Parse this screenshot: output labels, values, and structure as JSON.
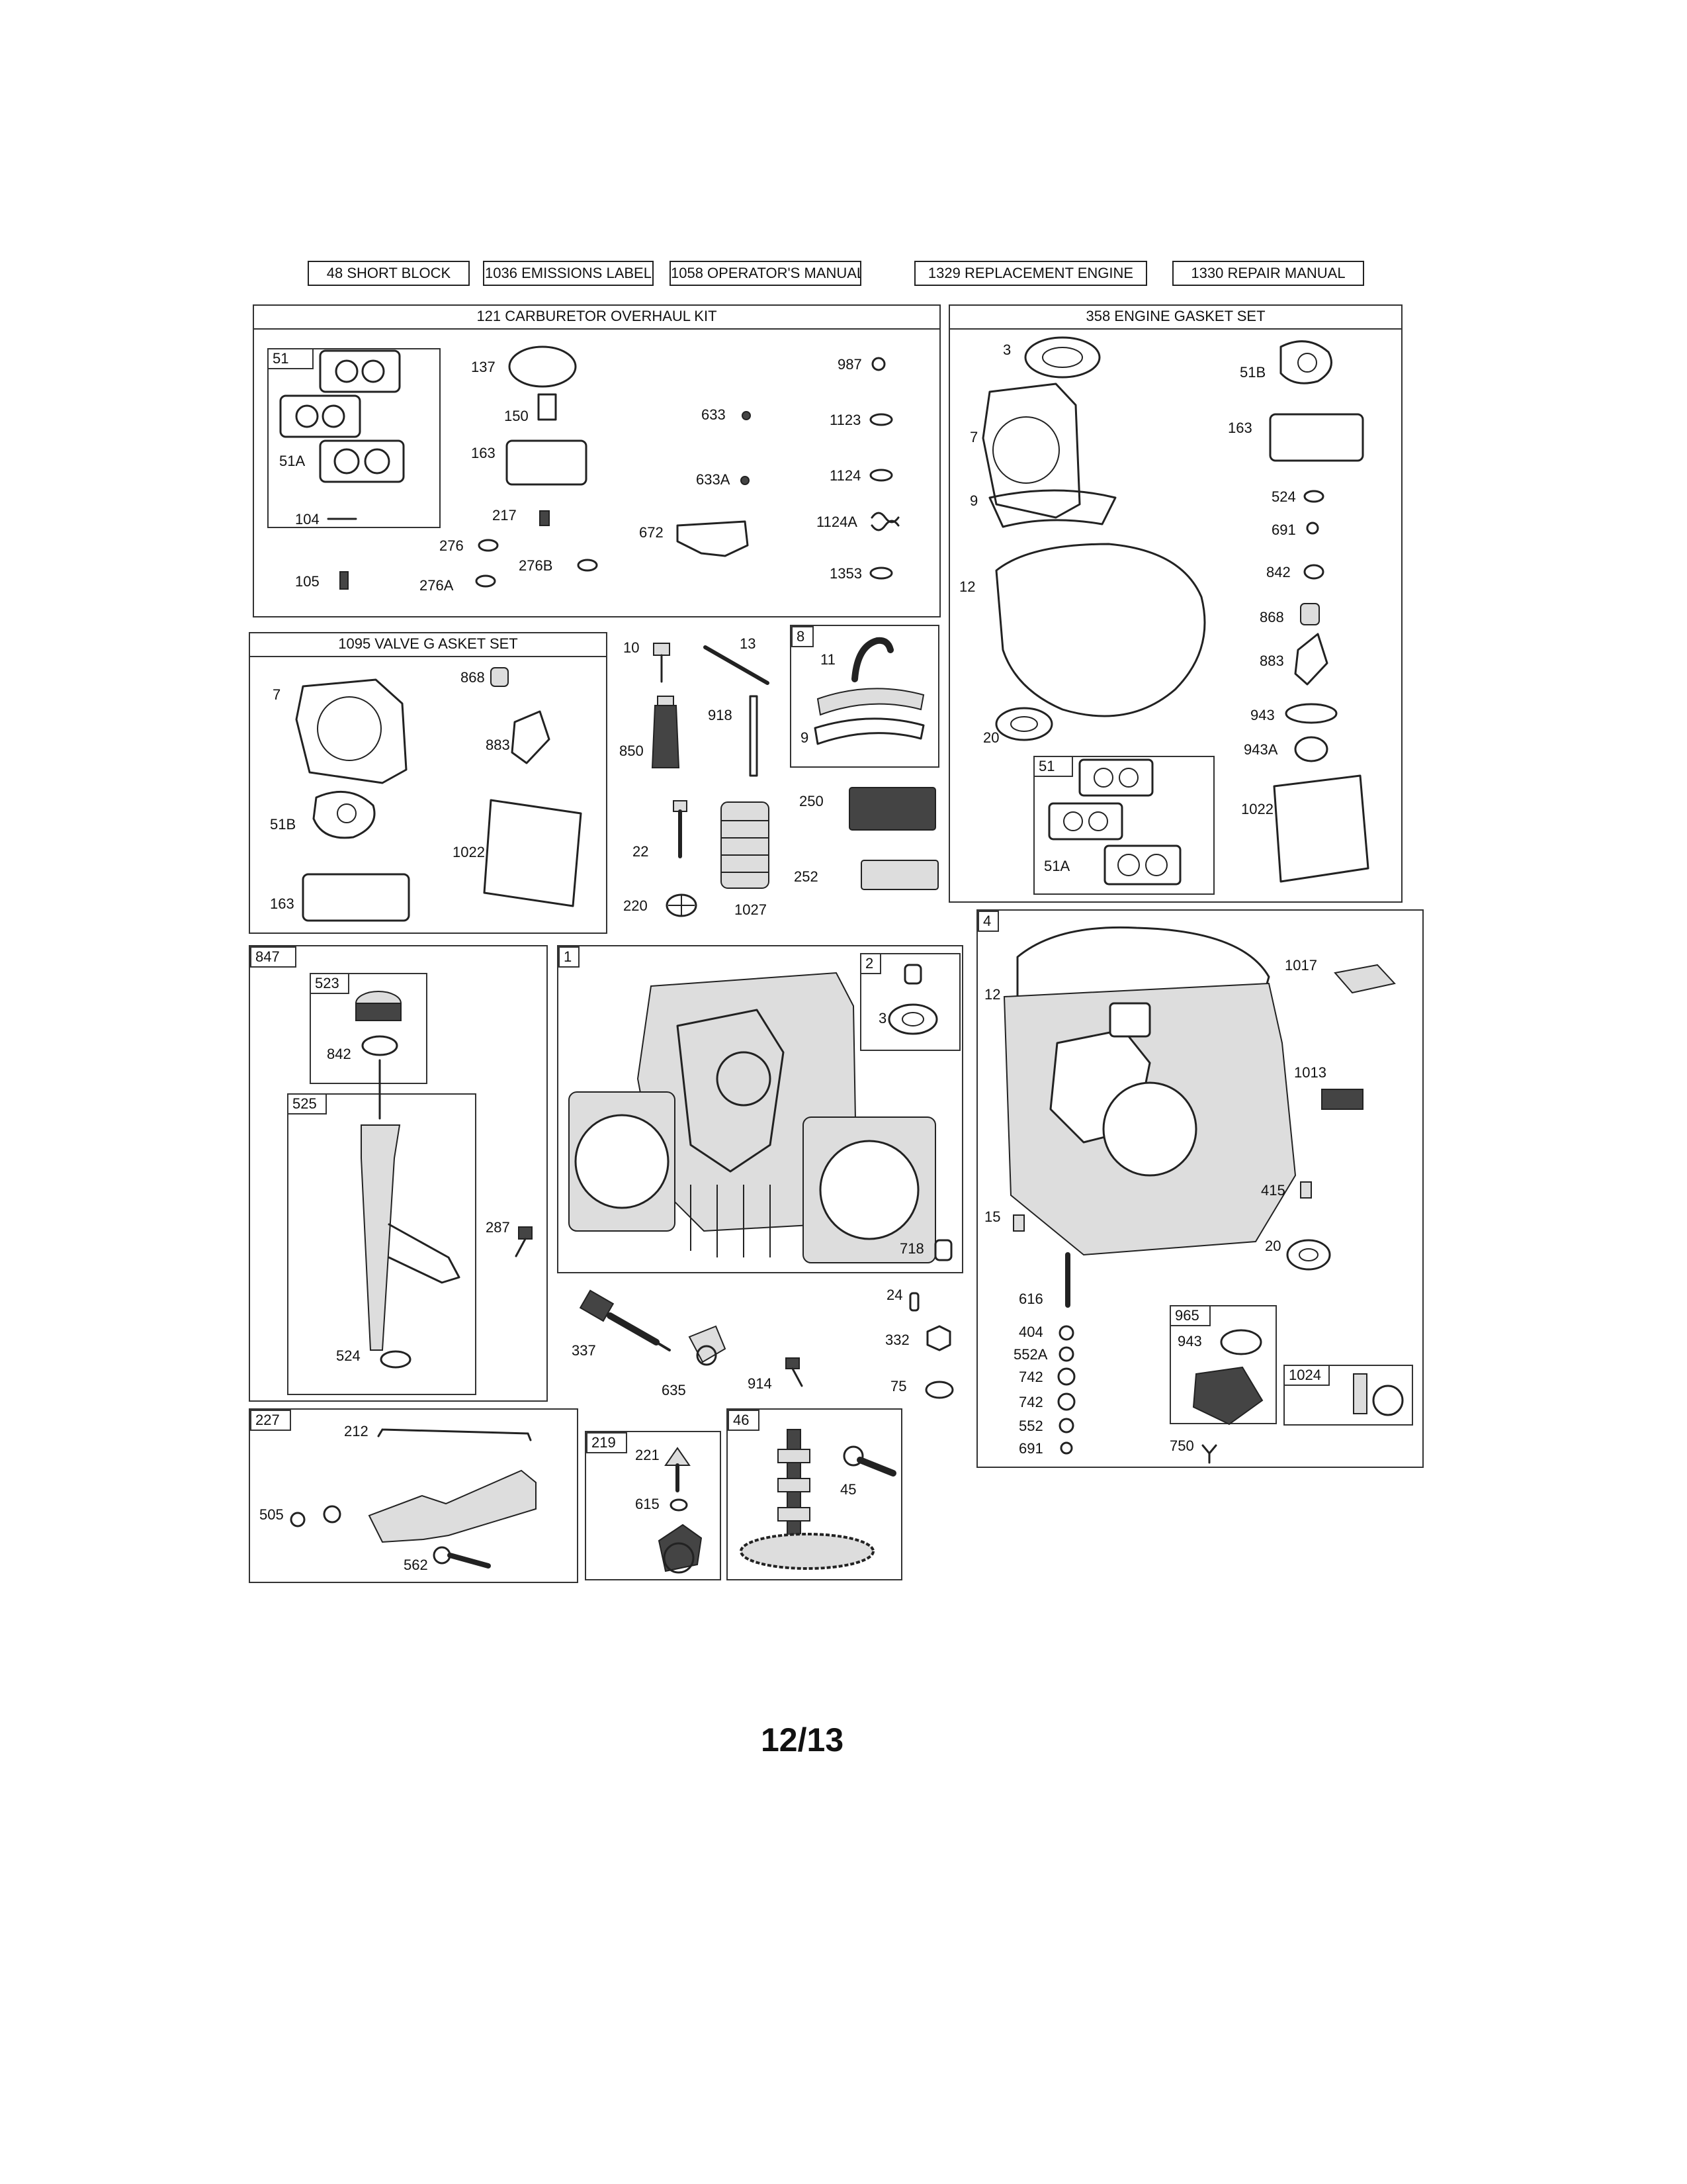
{
  "header_buttons": [
    "48 SHORT BLOCK",
    "1036 EMISSIONS LABEL",
    "1058 OPERATOR'S MANUAL",
    "1329 REPLACEMENT ENGINE",
    "1330 REPAIR MANUAL"
  ],
  "kits": {
    "carb": "121 CARBURETOR OVERHAUL KIT",
    "gasket": "358 ENGINE GASKET SET",
    "valve": "1095 VALVE G   ASKET SET"
  },
  "sub_tags": {
    "t51_carb": "51",
    "t8": "8",
    "t51_gasket": "51",
    "t4": "4",
    "t847": "847",
    "t523": "523",
    "t525": "525",
    "t1": "1",
    "t2": "2",
    "t965": "965",
    "t1024": "1024",
    "t227": "227",
    "t219": "219",
    "t46": "46"
  },
  "labels": {
    "c51a": "51A",
    "c137": "137",
    "c150": "150",
    "c163": "163",
    "c104": "104",
    "c217": "217",
    "c276": "276",
    "c276a": "276A",
    "c276b": "276B",
    "c105": "105",
    "c633": "633",
    "c633a": "633A",
    "c672": "672",
    "c987": "987",
    "c1123": "1123",
    "c1124": "1124",
    "c1124a": "1124A",
    "c1353": "1353",
    "g3": "3",
    "g7": "7",
    "g9": "9",
    "g12": "12",
    "g20": "20",
    "g51b": "51B",
    "g163": "163",
    "g524": "524",
    "g691": "691",
    "g842": "842",
    "g868": "868",
    "g883": "883",
    "g943": "943",
    "g943a": "943A",
    "g1022": "1022",
    "g51a": "51A",
    "v7": "7",
    "v868": "868",
    "v883": "883",
    "v51b": "51B",
    "v1022": "1022",
    "v163": "163",
    "m10": "10",
    "m13": "13",
    "m850": "850",
    "m918": "918",
    "m22": "22",
    "m220": "220",
    "m1027": "1027",
    "m11": "11",
    "m9": "9",
    "m250": "250",
    "m252": "252",
    "d842": "842",
    "d287": "287",
    "d524": "524",
    "b3": "3",
    "b718": "718",
    "b24": "24",
    "b332": "332",
    "b75": "75",
    "b914": "914",
    "b635": "635",
    "b337": "337",
    "k12": "12",
    "k1017": "1017",
    "k1013": "1013",
    "k415": "415",
    "k15": "15",
    "k20": "20",
    "k616": "616",
    "k404": "404",
    "k552a": "552A",
    "k742a": "742",
    "k742b": "742",
    "k552": "552",
    "k691": "691",
    "k943": "943",
    "k750": "750",
    "x212": "212",
    "x505": "505",
    "x562": "562",
    "x221": "221",
    "x615": "615",
    "x45": "45"
  },
  "page_number": "12/13"
}
